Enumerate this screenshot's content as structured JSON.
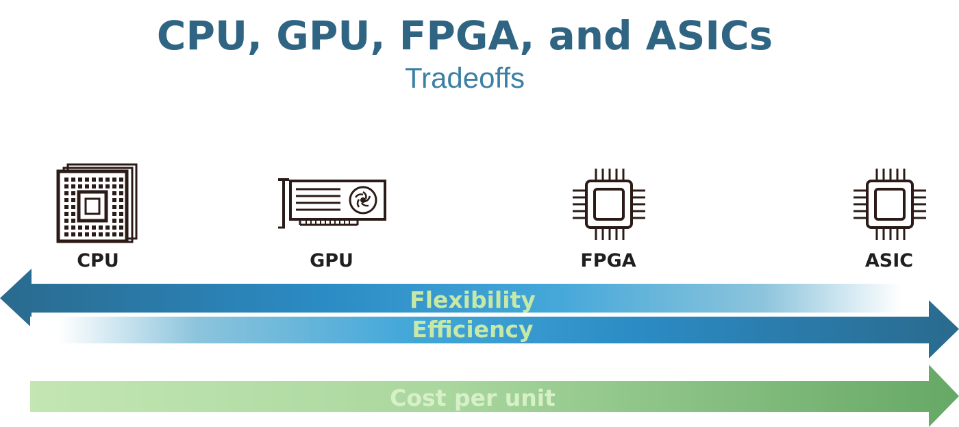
{
  "title": "CPU, GPU, FPGA, and ASICs",
  "subtitle": "Tradeoffs",
  "devices": [
    {
      "label": "CPU",
      "icon": "cpu-icon"
    },
    {
      "label": "GPU",
      "icon": "gpu-card-icon"
    },
    {
      "label": "FPGA",
      "icon": "fpga-chip-icon"
    },
    {
      "label": "ASIC",
      "icon": "asic-chip-icon"
    }
  ],
  "arrows": {
    "flexibility": "Flexibility",
    "efficiency": "Efficiency",
    "cost": "Cost per unit"
  },
  "colors": {
    "title": "#2f6482",
    "subtitle": "#3b7fa3",
    "blue_dark": "#2a6a8e",
    "blue_mid": "#2c8cc4",
    "blue_light": "#45a7d8",
    "green_light": "#c1e5b0",
    "green_dark": "#6cac6b",
    "arrow_text": "#c6e9a8"
  }
}
